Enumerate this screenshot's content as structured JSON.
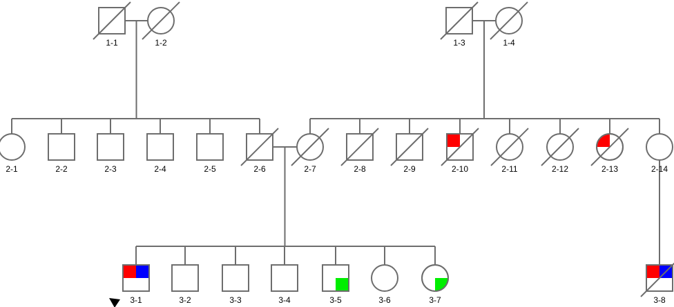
{
  "colors": {
    "line": "#6d6d6d",
    "red": "#ff0000",
    "blue": "#0000ff",
    "green": "#00ee00",
    "proband_arrow": "#000000"
  },
  "individuals": [
    {
      "id": "1-1",
      "label": "1-1",
      "sex": "male",
      "deceased": true
    },
    {
      "id": "1-2",
      "label": "1-2",
      "sex": "female",
      "deceased": true
    },
    {
      "id": "1-3",
      "label": "1-3",
      "sex": "male",
      "deceased": true
    },
    {
      "id": "1-4",
      "label": "1-4",
      "sex": "female",
      "deceased": true
    },
    {
      "id": "2-1",
      "label": "2-1",
      "sex": "female",
      "deceased": false
    },
    {
      "id": "2-2",
      "label": "2-2",
      "sex": "male",
      "deceased": false
    },
    {
      "id": "2-3",
      "label": "2-3",
      "sex": "male",
      "deceased": false
    },
    {
      "id": "2-4",
      "label": "2-4",
      "sex": "male",
      "deceased": false
    },
    {
      "id": "2-5",
      "label": "2-5",
      "sex": "male",
      "deceased": false
    },
    {
      "id": "2-6",
      "label": "2-6",
      "sex": "male",
      "deceased": true
    },
    {
      "id": "2-7",
      "label": "2-7",
      "sex": "female",
      "deceased": true
    },
    {
      "id": "2-8",
      "label": "2-8",
      "sex": "male",
      "deceased": true
    },
    {
      "id": "2-9",
      "label": "2-9",
      "sex": "male",
      "deceased": true
    },
    {
      "id": "2-10",
      "label": "2-10",
      "sex": "male",
      "deceased": true,
      "fills": [
        "red"
      ]
    },
    {
      "id": "2-11",
      "label": "2-11",
      "sex": "female",
      "deceased": true
    },
    {
      "id": "2-12",
      "label": "2-12",
      "sex": "female",
      "deceased": true
    },
    {
      "id": "2-13",
      "label": "2-13",
      "sex": "female",
      "deceased": true,
      "fills": [
        "red"
      ]
    },
    {
      "id": "2-14",
      "label": "2-14",
      "sex": "female",
      "deceased": false
    },
    {
      "id": "3-1",
      "label": "3-1",
      "sex": "male",
      "deceased": false,
      "fills": [
        "red",
        "blue"
      ],
      "proband": true
    },
    {
      "id": "3-2",
      "label": "3-2",
      "sex": "male",
      "deceased": false
    },
    {
      "id": "3-3",
      "label": "3-3",
      "sex": "male",
      "deceased": false
    },
    {
      "id": "3-4",
      "label": "3-4",
      "sex": "male",
      "deceased": false
    },
    {
      "id": "3-5",
      "label": "3-5",
      "sex": "male",
      "deceased": false,
      "fills": [
        "green"
      ]
    },
    {
      "id": "3-6",
      "label": "3-6",
      "sex": "female",
      "deceased": false
    },
    {
      "id": "3-7",
      "label": "3-7",
      "sex": "female",
      "deceased": false,
      "fills": [
        "green"
      ]
    },
    {
      "id": "3-8",
      "label": "3-8",
      "sex": "male",
      "deceased": true,
      "fills": [
        "red",
        "blue"
      ]
    }
  ],
  "couples": [
    [
      "1-1",
      "1-2"
    ],
    [
      "1-3",
      "1-4"
    ],
    [
      "2-6",
      "2-7"
    ]
  ],
  "sibships": [
    {
      "parents": [
        "1-1",
        "1-2"
      ],
      "children": [
        "2-1",
        "2-2",
        "2-3",
        "2-4",
        "2-5",
        "2-6"
      ]
    },
    {
      "parents": [
        "1-3",
        "1-4"
      ],
      "children": [
        "2-7",
        "2-8",
        "2-9",
        "2-10",
        "2-11",
        "2-12",
        "2-13",
        "2-14"
      ]
    },
    {
      "parents": [
        "2-6",
        "2-7"
      ],
      "children": [
        "3-1",
        "3-2",
        "3-3",
        "3-4",
        "3-5",
        "3-6",
        "3-7"
      ]
    },
    {
      "parents": [
        "2-14"
      ],
      "children": [
        "3-8"
      ]
    }
  ]
}
